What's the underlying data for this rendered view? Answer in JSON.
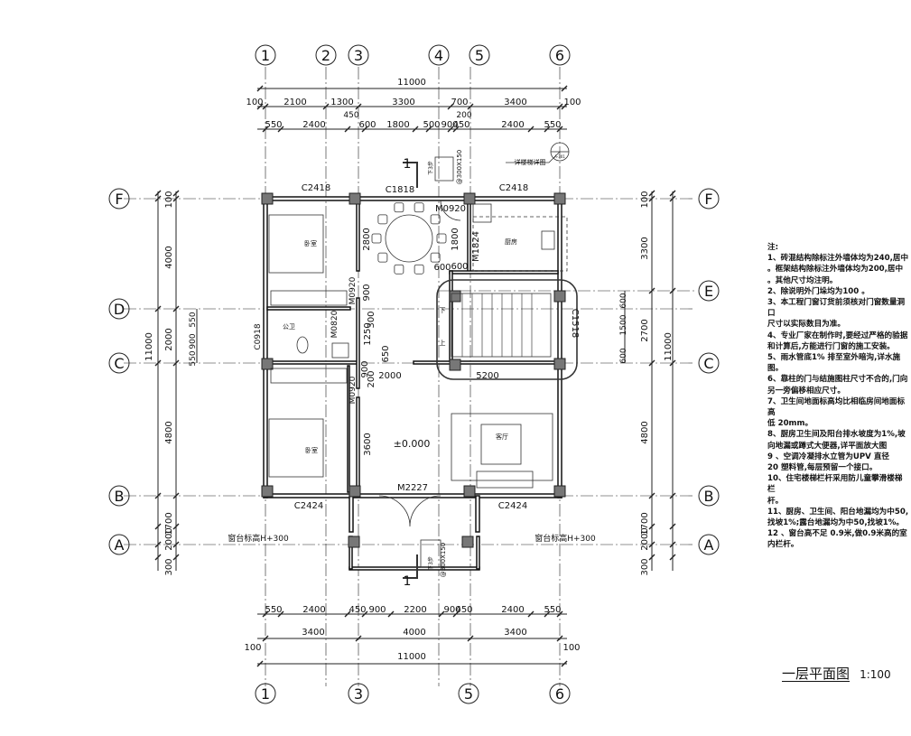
{
  "axes": {
    "top": [
      "1",
      "2",
      "3",
      "4",
      "5",
      "6"
    ],
    "bottom": [
      "1",
      "3",
      "5",
      "6"
    ],
    "left": [
      "F",
      "D",
      "C",
      "B",
      "A"
    ],
    "right": [
      "F",
      "E",
      "C",
      "B",
      "A"
    ]
  },
  "dims": {
    "top_total": "11000",
    "top_row1": [
      "100",
      "2100",
      "1300",
      "3300",
      "700",
      "3400",
      "100"
    ],
    "top_mid": [
      "450",
      "200"
    ],
    "top_row2": [
      "550",
      "2400",
      "600",
      "1800",
      "500",
      "900",
      "450",
      "2400",
      "550"
    ],
    "bottom_row1": [
      "550",
      "2400",
      "450",
      "900",
      "2200",
      "900",
      "450",
      "2400",
      "550"
    ],
    "bottom_row2": [
      "3400",
      "4000",
      "3400"
    ],
    "bottom_total": "11000",
    "bottom_100": [
      "100",
      "100"
    ],
    "left_outer": [
      "100",
      "4000",
      "2000",
      "4800",
      "1700",
      "2000",
      "300"
    ],
    "left_total": "11000",
    "left_inner": [
      "550",
      "900",
      "550"
    ],
    "right_outer": [
      "100",
      "3300",
      "2700",
      "4800",
      "2000",
      "1700",
      "300"
    ],
    "right_total": "11000",
    "right_inner": [
      "600",
      "1500",
      "600"
    ],
    "interior": [
      "2800",
      "1800",
      "600",
      "600",
      "900",
      "300",
      "1250",
      "650",
      "900",
      "200",
      "3600",
      "2000",
      "5200"
    ]
  },
  "windows": [
    "C2418",
    "C1818",
    "C2418",
    "C0918",
    "C1518",
    "C2424",
    "C2424"
  ],
  "doors": [
    "M0920",
    "M1824",
    "M0920",
    "M0820",
    "M0920",
    "M2227"
  ],
  "rooms": {
    "bedroom1": "卧室",
    "bedroom2": "卧室",
    "toilet": "公卫",
    "kitchen": "厨房",
    "living": "客厅"
  },
  "labels": {
    "elevation": "±0.000",
    "sill_left": "窗台标高H+300",
    "sill_right": "窗台标高H+300",
    "stair_detail": "详楼梯详图",
    "stair_ref": "A-301",
    "stair_down": "下",
    "stair_up": "上",
    "step_top": "下3步",
    "step_top2": "@300X150",
    "step_bottom": "下3步",
    "step_bottom2": "@300X150",
    "section_mark": "1"
  },
  "notes": {
    "heading": "注:",
    "items": [
      "1、砖混结构除标注外墙体均为240,居中",
      "。框架结构除标注外墙体均为200,居中",
      "。其他尺寸均注明。",
      "2、除说明外门垛均为100 。",
      "3、本工程门窗订货前须核对门窗数量洞口",
      "尺寸以实际数目为准。",
      "4、专业厂家在制作时,要经过严格的验据",
      "和计算后,方能进行门窗的施工安装。",
      "5、雨水管底1% 排至室外暗沟,详水施",
      "图。",
      "6、靠柱的门与结施图柱尺寸不合的,门向",
      "另一旁偏移相应尺寸。",
      "7、卫生间地面标高均比相临房间地面标高",
      "低 20mm。",
      "8、厨房卫生间及阳台排水坡度为1%,坡",
      "向地漏或蹲式大便器,详平面放大图",
      "9 、空调冷凝排水立管为UPV 直径",
      "20 塑料管,每层预留一个接口。",
      "10、住宅楼梯栏杆采用防儿童攀滑楼梯栏",
      "杆。",
      "11、厨房、卫生间、阳台地漏均为中50,",
      "找坡1%;露台地漏均为中50,找坡1%。",
      "12 、窗台高不足 0.9米,做0.9米高的室",
      "内栏杆。"
    ]
  },
  "title": {
    "main": "一层平面图",
    "scale": "1:100"
  }
}
